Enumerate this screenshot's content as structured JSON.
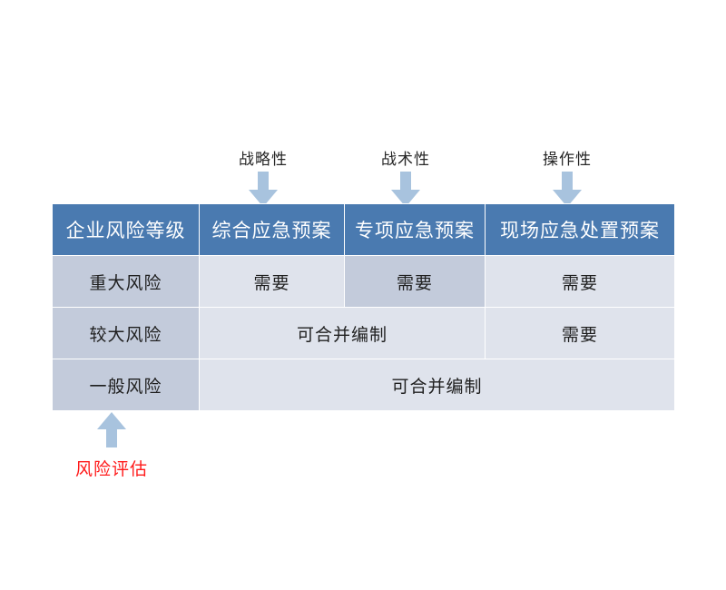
{
  "figure": {
    "accent_header_color": "#4a7ab0",
    "cell_dark_color": "#c3cbdb",
    "cell_light_color": "#dfe3ec",
    "arrow_color": "#a8c3de",
    "annotation_red": "#ff1a1a"
  },
  "top_annotations": [
    {
      "label": "战略性",
      "icon": "arrow-down-icon",
      "target_column": "综合应急预案"
    },
    {
      "label": "战术性",
      "icon": "arrow-down-icon",
      "target_column": "专项应急预案"
    },
    {
      "label": "操作性",
      "icon": "arrow-down-icon",
      "target_column": "现场应急处置预案"
    }
  ],
  "bottom_annotation": {
    "label": "风险评估",
    "icon": "arrow-up-icon",
    "target_column": "企业风险等级"
  },
  "table": {
    "headers": [
      "企业风险等级",
      "综合应急预案",
      "专项应急预案",
      "现场应急处置预案"
    ],
    "rows": [
      {
        "level": "重大风险",
        "cells": [
          {
            "text": "需要",
            "span": 1,
            "shade": "light"
          },
          {
            "text": "需要",
            "span": 1,
            "shade": "dark"
          },
          {
            "text": "需要",
            "span": 1,
            "shade": "light"
          }
        ]
      },
      {
        "level": "较大风险",
        "cells": [
          {
            "text": "可合并编制",
            "span": 2,
            "shade": "light"
          },
          {
            "text": "需要",
            "span": 1,
            "shade": "light"
          }
        ]
      },
      {
        "level": "一般风险",
        "cells": [
          {
            "text": "可合并编制",
            "span": 3,
            "shade": "light"
          }
        ]
      }
    ]
  }
}
